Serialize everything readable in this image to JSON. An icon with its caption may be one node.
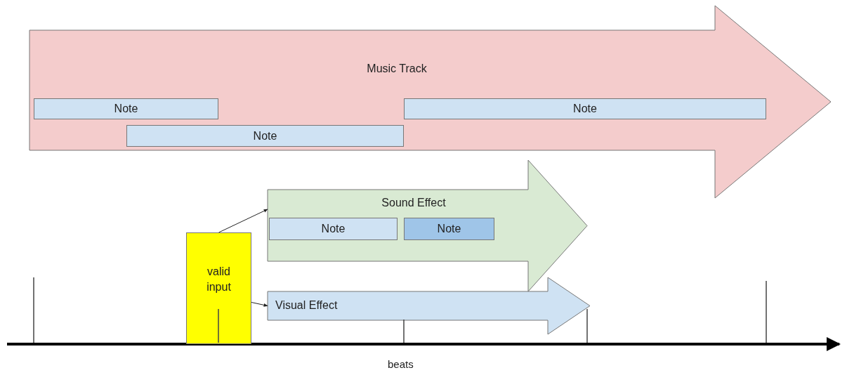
{
  "diagram": {
    "nodes": [
      {
        "text": [
          "Music Track"
        ]
      },
      {
        "text": [
          "Note"
        ],
        "in": 0
      },
      {
        "text": [
          "Note"
        ],
        "in": 0
      },
      {
        "text": [
          "Note"
        ],
        "in": 0
      },
      {
        "text": [
          "Sound Effect"
        ]
      },
      {
        "text": [
          "Note"
        ],
        "in": 4
      },
      {
        "text": [
          "Note"
        ],
        "in": 4
      },
      {
        "text": [
          "valid input"
        ]
      },
      {
        "text": [
          "Visual Effect"
        ]
      }
    ],
    "edges": [
      {
        "from": 7,
        "to": 4,
        "arrow": "to"
      },
      {
        "from": 7,
        "to": 8,
        "arrow": "to"
      }
    ],
    "labels": [
      "beats"
    ]
  }
}
